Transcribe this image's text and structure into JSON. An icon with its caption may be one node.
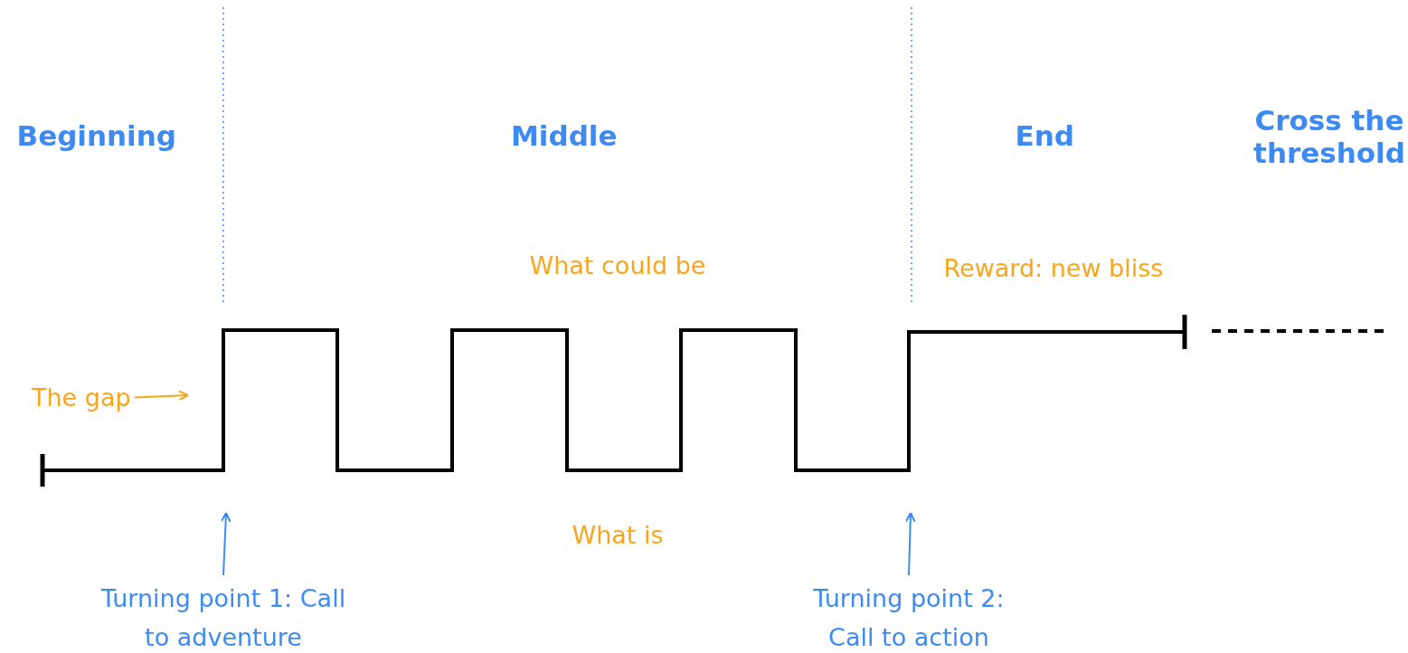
{
  "diagram": {
    "nodes": [
      {
        "text": [
          "The gap"
        ]
      },
      {
        "text": [
          "Turning point 1: Call to adventure"
        ]
      },
      {
        "text": [
          "Turning point 2: Call to action"
        ]
      }
    ],
    "edges": [
      {
        "from": 0,
        "to": null,
        "arrow": "to",
        "color": "#f8a51c"
      },
      {
        "from": 1,
        "to": null,
        "arrow": "to"
      },
      {
        "from": 2,
        "to": null,
        "arrow": "to"
      }
    ],
    "labels": [
      "Beginning",
      "Middle",
      "End",
      "Cross the threshold",
      "What could be",
      "Reward: new bliss",
      "What is"
    ]
  }
}
